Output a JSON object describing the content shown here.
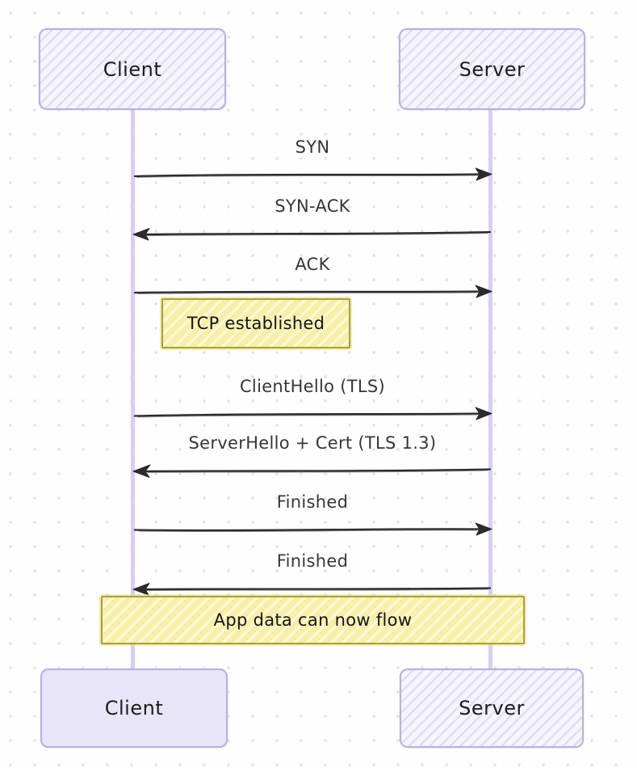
{
  "diagram_type": "sequence-diagram",
  "actors": {
    "top_client": "Client",
    "top_server": "Server",
    "bottom_client": "Client",
    "bottom_server": "Server"
  },
  "messages": [
    {
      "label": "SYN",
      "from": "Client",
      "to": "Server",
      "direction": "right"
    },
    {
      "label": "SYN-ACK",
      "from": "Server",
      "to": "Client",
      "direction": "left"
    },
    {
      "label": "ACK",
      "from": "Client",
      "to": "Server",
      "direction": "right"
    },
    {
      "label": "ClientHello (TLS)",
      "from": "Client",
      "to": "Server",
      "direction": "right"
    },
    {
      "label": "ServerHello + Cert (TLS 1.3)",
      "from": "Server",
      "to": "Client",
      "direction": "left"
    },
    {
      "label": "Finished",
      "from": "Client",
      "to": "Server",
      "direction": "right"
    },
    {
      "label": "Finished",
      "from": "Server",
      "to": "Client",
      "direction": "left"
    }
  ],
  "notes": [
    {
      "text": "TCP established",
      "scope": "client-side"
    },
    {
      "text": "App data can now flow",
      "scope": "both-lifelines"
    }
  ],
  "colors": {
    "ink": "#2b2b2b",
    "label": "#33373c",
    "actor-border": "#b9b0e0",
    "actor-fill": "#e8e5f8",
    "hatch-stripe": "#e2dcf5",
    "lifeline": "#d9cdf0",
    "note-border": "#a9a13a",
    "note-fill": "#f7efa5",
    "dot": "#e5e5e5"
  }
}
